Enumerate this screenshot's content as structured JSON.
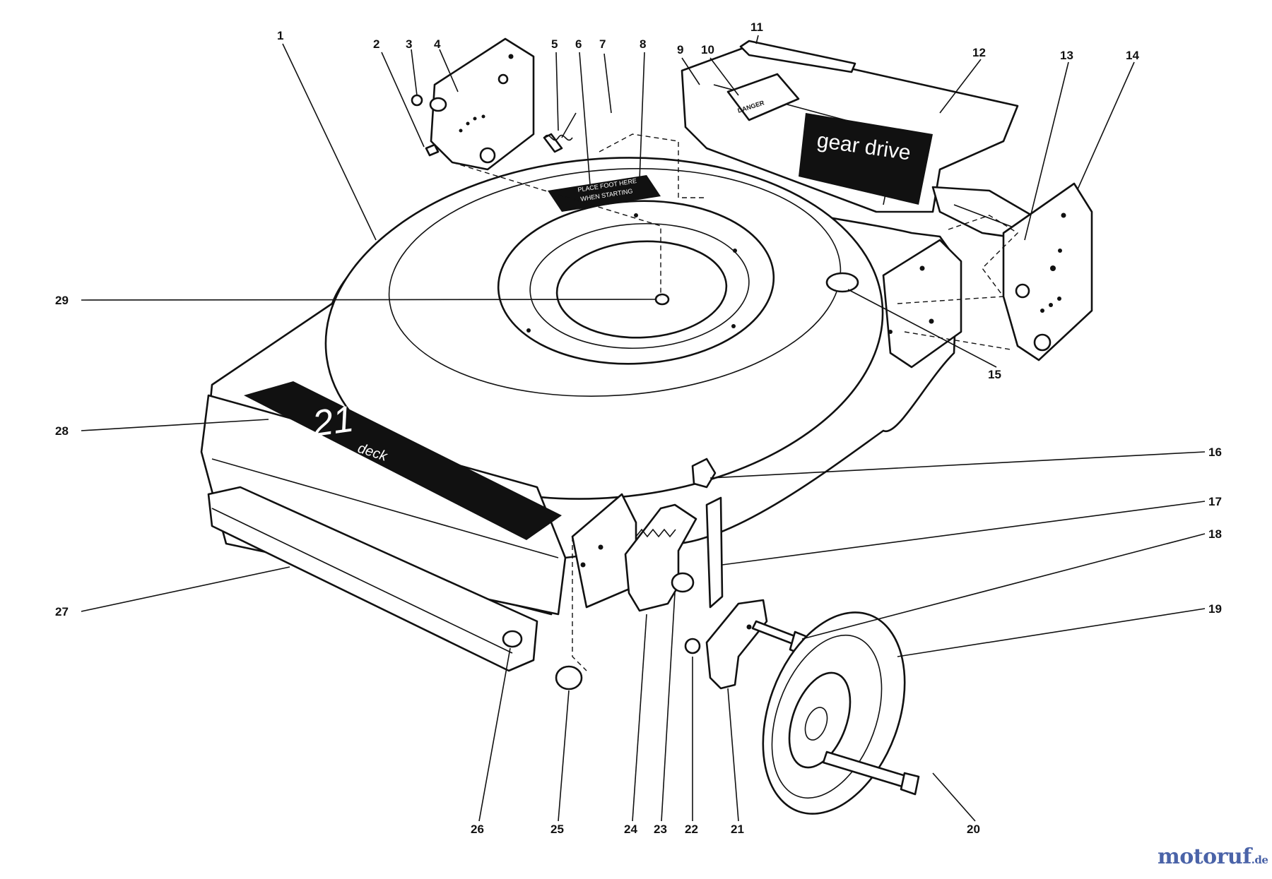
{
  "diagram": {
    "callouts": [
      "1",
      "2",
      "3",
      "4",
      "5",
      "6",
      "7",
      "8",
      "9",
      "10",
      "11",
      "12",
      "13",
      "14",
      "15",
      "16",
      "17",
      "18",
      "19",
      "20",
      "21",
      "22",
      "23",
      "24",
      "25",
      "26",
      "27",
      "28",
      "29"
    ]
  },
  "decals": {
    "model_big": "21",
    "model_small": "deck",
    "shield": "gear drive",
    "warning": "DANGER",
    "footplate_line1": "PLACE FOOT HERE",
    "footplate_line2": "WHEN STARTING"
  },
  "watermark": {
    "brand": "motoruf",
    "tld": ".de"
  },
  "colors": {
    "ink": "#111111",
    "paper": "#ffffff",
    "watermark_blue": "#4a63a8",
    "watermark_orange": "#e07a1f"
  }
}
